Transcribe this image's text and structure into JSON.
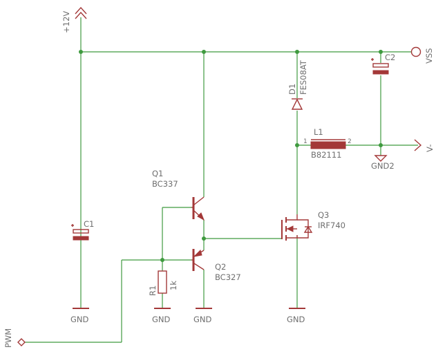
{
  "labels": {
    "supply": "+12V",
    "vss": "VSS",
    "vminus": "V-",
    "pwm": "PWM",
    "c1": "C1",
    "c2": "C2",
    "d1_name": "D1",
    "d1_value": "FES08AT",
    "l1_name": "L1",
    "l1_value": "B82111",
    "l1_pin1": "1",
    "l1_pin2": "2",
    "q1_name": "Q1",
    "q1_value": "BC337",
    "q2_name": "Q2",
    "q2_value": "BC327",
    "q3_name": "Q3",
    "q3_value": "IRF740",
    "r1_name": "R1",
    "r1_value": "1k",
    "gnd_c1": "GND",
    "gnd_r1": "GND",
    "gnd_q2": "GND",
    "gnd_q3": "GND",
    "gnd2": "GND2"
  },
  "colors": {
    "wire": "#3f9a3f",
    "part": "#a33838",
    "text": "#6e6e6e",
    "background": "#ffffff"
  }
}
